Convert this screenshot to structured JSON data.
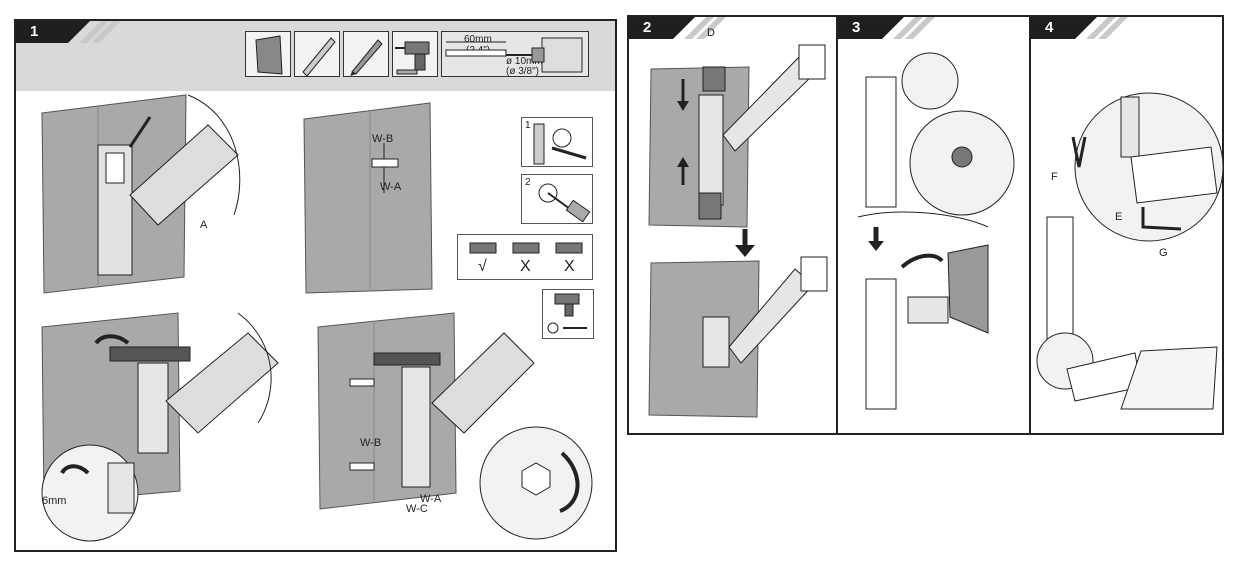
{
  "panels": {
    "p1": {
      "number": "1"
    },
    "p2": {
      "number": "2"
    },
    "p3": {
      "number": "3"
    },
    "p4": {
      "number": "4"
    }
  },
  "tools": {
    "drill_depth": "60mm",
    "drill_depth_in": "(2.4\")",
    "bit_diameter": "ø 10mm",
    "bit_diameter_in": "(ø 3/8\")"
  },
  "labels": {
    "a": "A",
    "wb": "W-B",
    "wa": "W-A",
    "wc": "W-C",
    "d": "D",
    "e": "E",
    "f": "F",
    "g": "G",
    "hex": "6mm"
  },
  "steps": {
    "one": "1",
    "two": "2"
  },
  "level": {
    "ok": "√",
    "bad1": "X",
    "bad2": "X"
  },
  "colors": {
    "wall": "#a9a9a9",
    "tab": "#1f1f1f",
    "header": "#d9d9d9",
    "line": "#222222"
  }
}
